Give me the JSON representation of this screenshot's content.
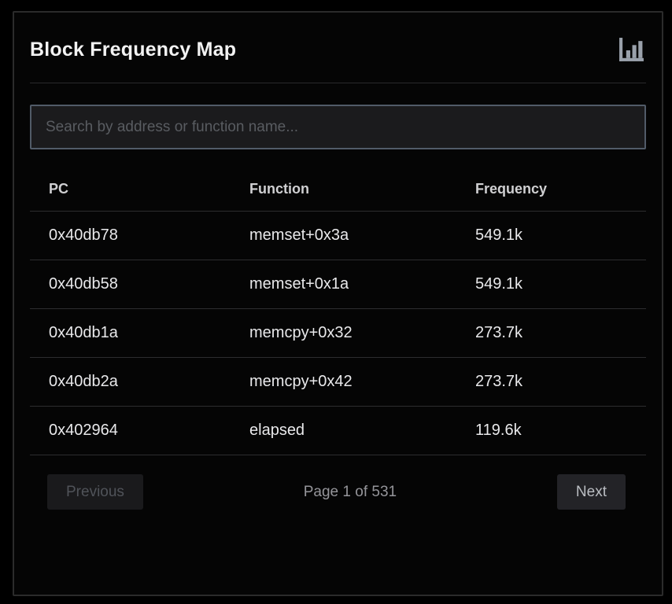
{
  "card": {
    "title": "Block Frequency Map"
  },
  "icons": {
    "header_icon": "bar-chart-icon"
  },
  "search": {
    "value": "",
    "placeholder": "Search by address or function name..."
  },
  "table": {
    "columns": [
      "PC",
      "Function",
      "Frequency"
    ],
    "rows": [
      {
        "pc": "0x40db78",
        "function": "memset+0x3a",
        "frequency": "549.1k"
      },
      {
        "pc": "0x40db58",
        "function": "memset+0x1a",
        "frequency": "549.1k"
      },
      {
        "pc": "0x40db1a",
        "function": "memcpy+0x32",
        "frequency": "273.7k"
      },
      {
        "pc": "0x40db2a",
        "function": "memcpy+0x42",
        "frequency": "273.7k"
      },
      {
        "pc": "0x402964",
        "function": "elapsed",
        "frequency": "119.6k"
      }
    ]
  },
  "pagination": {
    "previous_label": "Previous",
    "page_status": "Page 1 of 531",
    "next_label": "Next"
  },
  "colors": {
    "background": "#000000",
    "card_background": "#050505",
    "card_border": "#2b2b2b",
    "title_text": "#f2f2f2",
    "icon": "#9aa1ab",
    "search_border": "#515b68",
    "search_background": "#1b1b1d",
    "placeholder_text": "#595c61",
    "header_text": "#d0d0d2",
    "cell_text": "#e9e9eb",
    "divider": "#2d2d2f",
    "page_status_text": "#95959a",
    "next_button_bg": "#232327",
    "next_button_text": "#babdc2",
    "prev_button_bg": "#1a1a1c",
    "prev_button_text": "#505359"
  }
}
